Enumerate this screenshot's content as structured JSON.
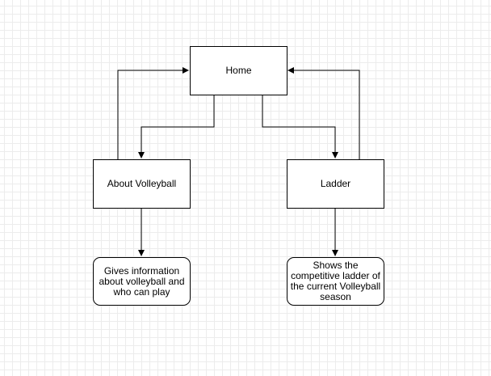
{
  "nodes": {
    "home": "Home",
    "about": "About Volleyball",
    "ladder": "Ladder",
    "about_desc": "Gives information about volleyball and who can play",
    "ladder_desc": "Shows the competitive ladder of the current Volleyball season"
  },
  "colors": {
    "stroke": "#000000",
    "grid": "#ececec",
    "background": "#ffffff"
  }
}
